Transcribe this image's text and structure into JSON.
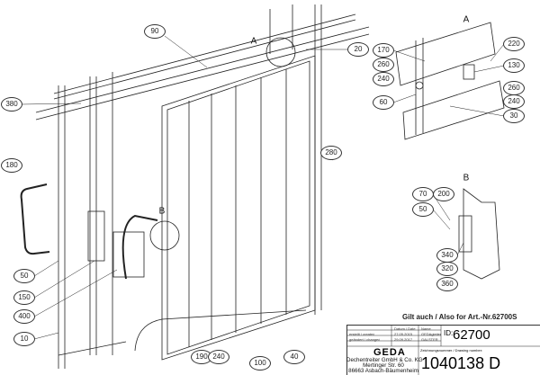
{
  "detail_labels": {
    "A_main": "A",
    "B_main": "B",
    "A_detail": "A",
    "B_detail": "B"
  },
  "callouts": {
    "c90": "90",
    "c20": "20",
    "c380": "380",
    "c280": "280",
    "c180": "180",
    "c50": "50",
    "c150": "150",
    "c400": "400",
    "c10": "10",
    "c190": "190",
    "c240": "240",
    "c100": "100",
    "c40": "40",
    "a170": "170",
    "a260": "260",
    "a240": "240",
    "a60": "60",
    "a220": "220",
    "a130": "130",
    "a260b": "260",
    "a240b": "240",
    "a30": "30",
    "b70": "70",
    "b200": "200",
    "b50": "50",
    "b340": "340",
    "b320": "320",
    "b360": "360"
  },
  "note": "Gilt auch / Also for Art.-Nr.62700S",
  "title_block": {
    "col_date": "Datum / Date",
    "col_name": "Name",
    "created_label": "erstellt / created",
    "created_date": "27.05.2015",
    "created_name": "GEDAgleiter",
    "changed_label": "geändert / changed",
    "changed_date": "29.09.2017",
    "changed_name": "GALSTER",
    "id_label": "ID:",
    "id_value": "62700",
    "logo": "GEDA",
    "address": [
      "Dechentreiter GmbH & Co. KG",
      "Mertinger Str. 60",
      "86663 Asbach-Bäumenheim"
    ],
    "drawing_number_label": "Zeichnungsnummer / Drawing number:",
    "drawing_number": "1040138 D"
  }
}
